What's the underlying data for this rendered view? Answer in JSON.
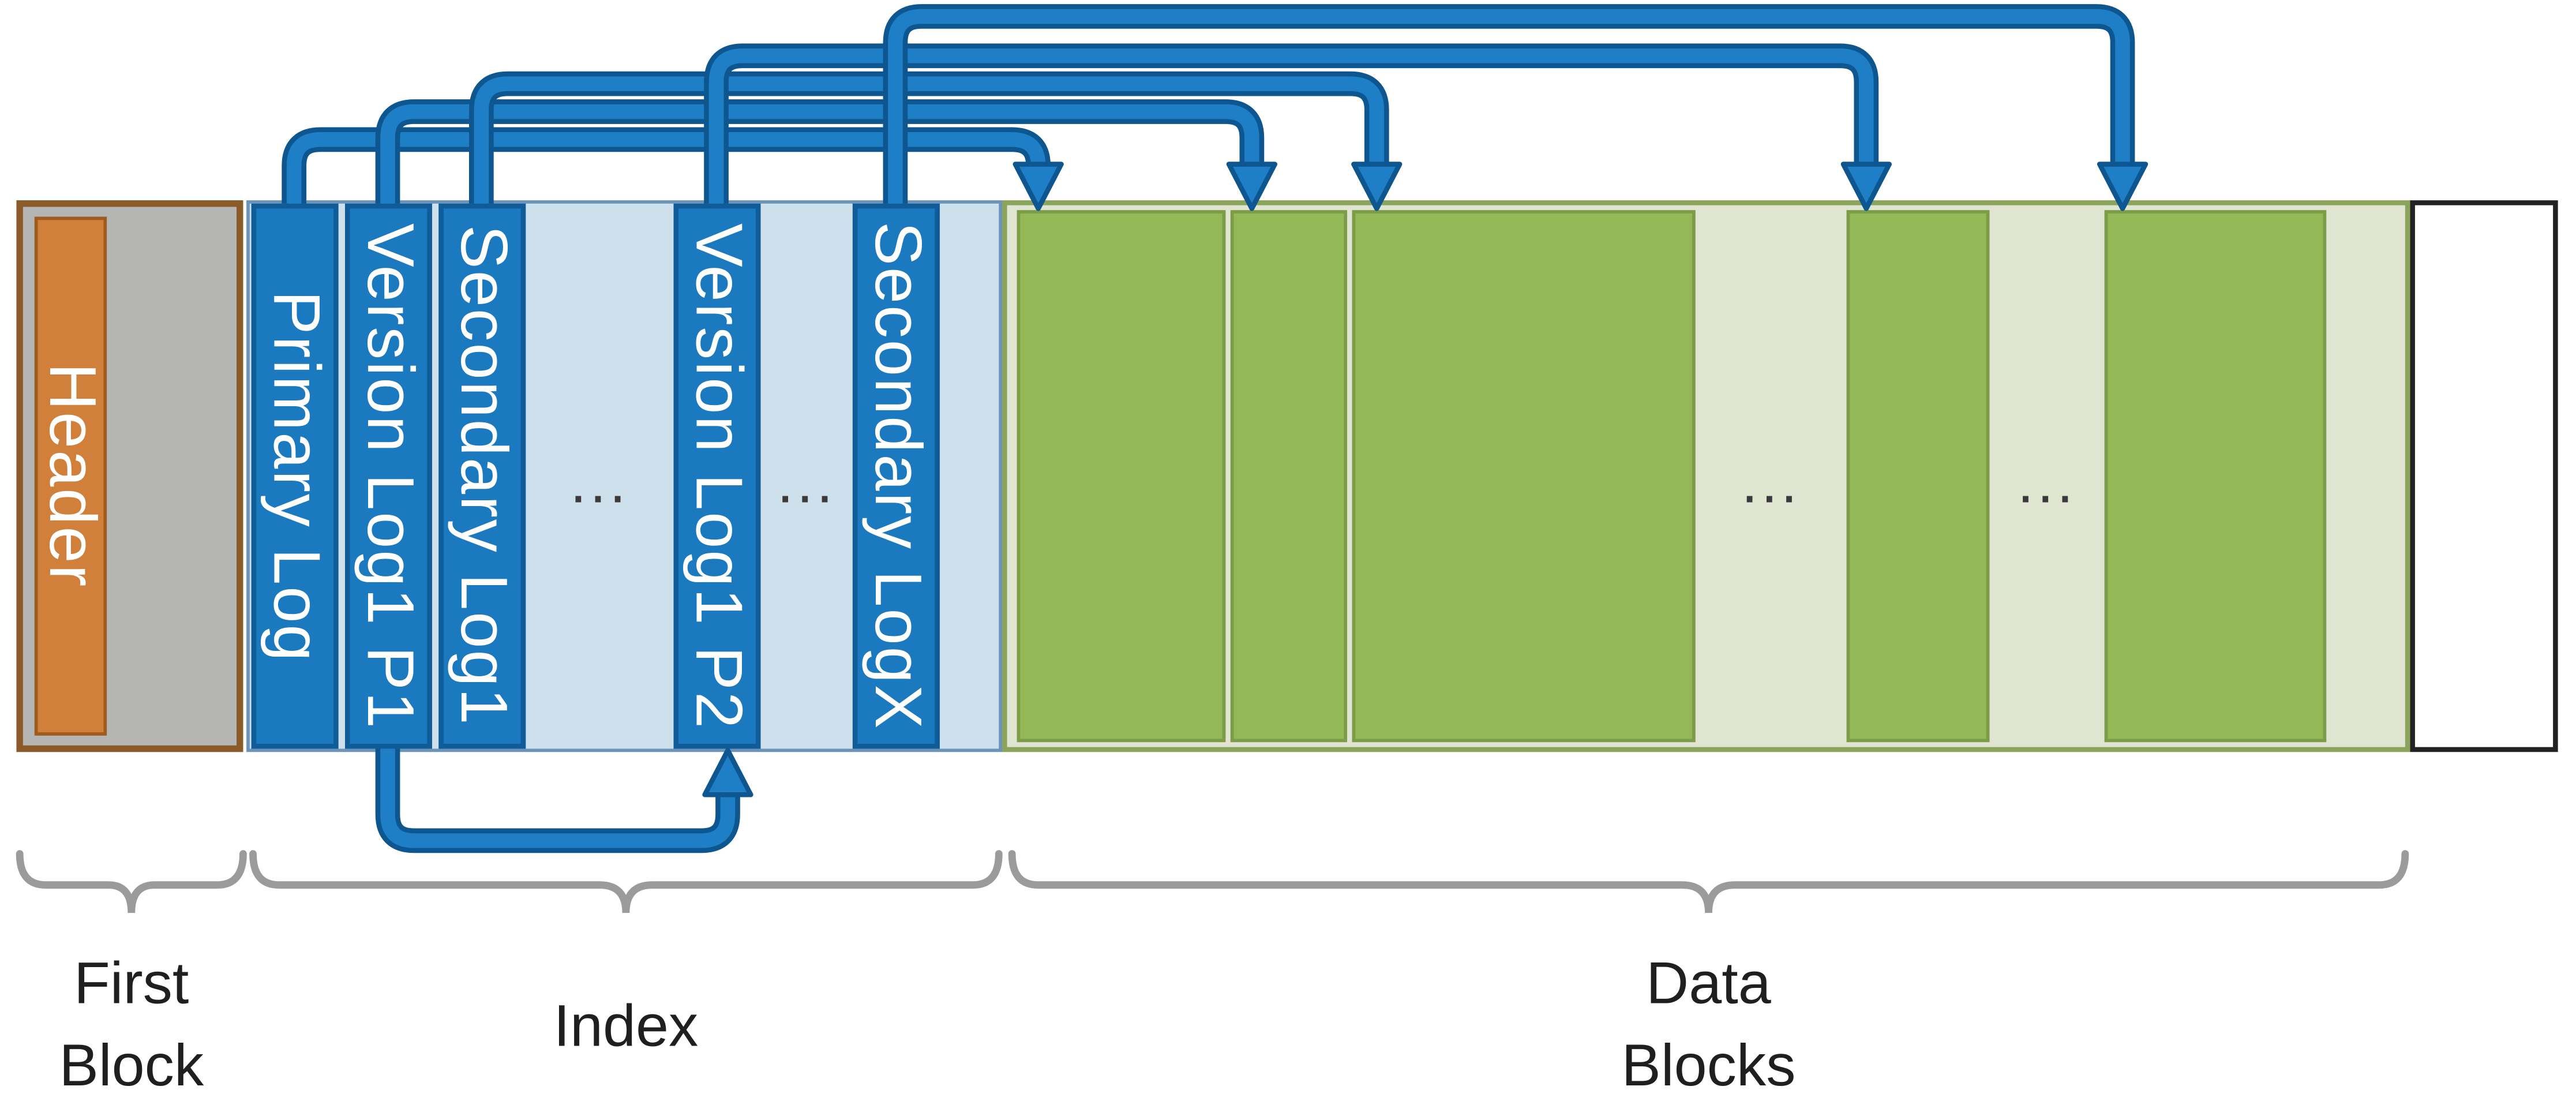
{
  "first_block": {
    "header_label": "Header",
    "caption_lines": [
      "First",
      "Block"
    ]
  },
  "index": {
    "bars": [
      {
        "label": "Primary Log"
      },
      {
        "label": "Version Log1 P1"
      },
      {
        "label": "Secondary Log1"
      },
      {
        "label": "Version Log1 P2"
      },
      {
        "label": "Secondary LogX"
      }
    ],
    "ellipses": [
      "...",
      "..."
    ],
    "caption": "Index"
  },
  "data_blocks": {
    "block_count": 5,
    "ellipses": [
      "...",
      "..."
    ],
    "caption_lines": [
      "Data",
      "Blocks"
    ]
  },
  "colors": {
    "bar_blue": "#1b79c0",
    "bar_blue_border": "#0f5c99",
    "arrow_blue": "#1e7ec6",
    "index_bg": "#cfe0ed",
    "data_bg": "#dfe5d1",
    "data_block_green": "#93b957",
    "header_orange": "#d0803a",
    "first_block_gray": "#b5b5b4",
    "first_block_border": "#8a5a28",
    "brace_gray": "#9b9b9b"
  }
}
